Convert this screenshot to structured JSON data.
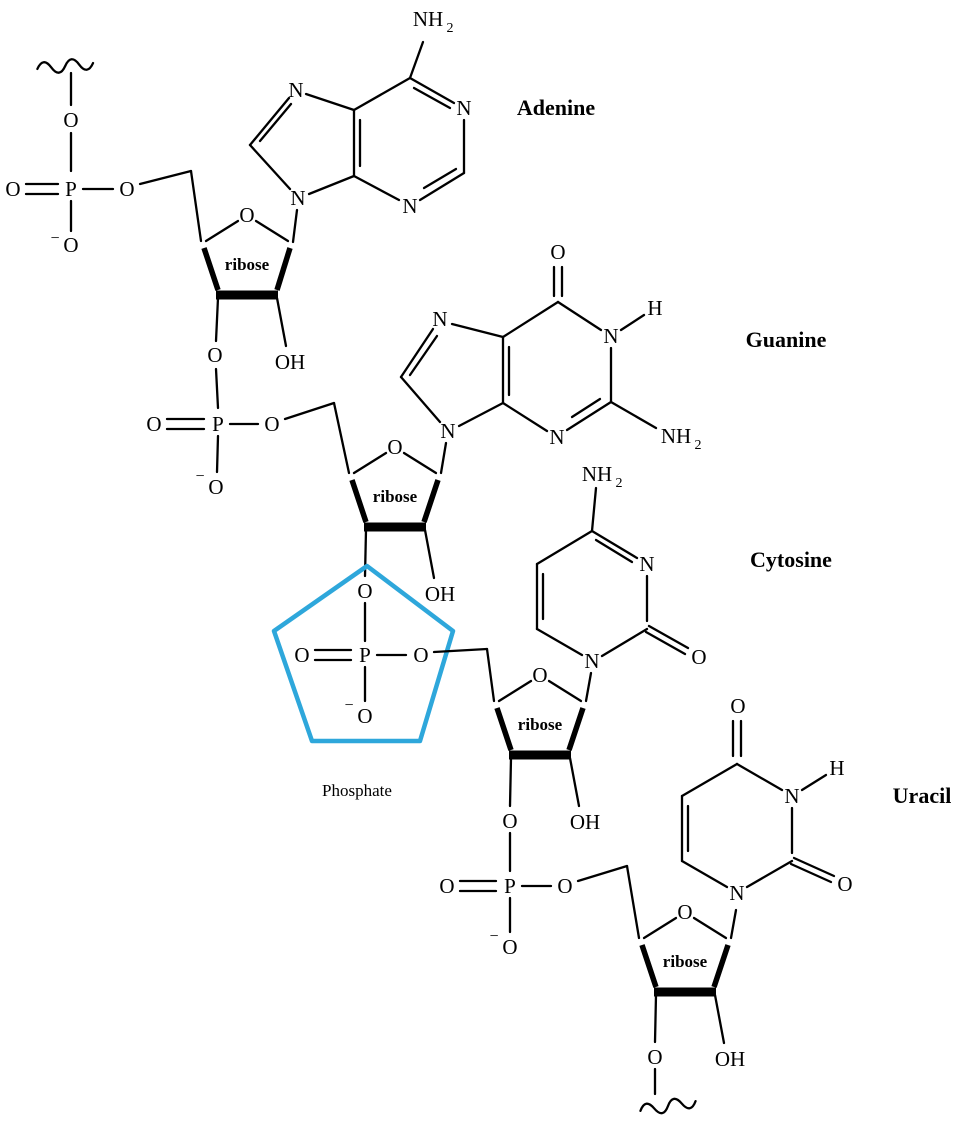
{
  "diagram": {
    "type": "chemical-structure",
    "bases": [
      {
        "label": "Adenine"
      },
      {
        "label": "Guanine"
      },
      {
        "label": "Cytosine"
      },
      {
        "label": "Uracil"
      }
    ],
    "sugar_label": "ribose",
    "highlight": {
      "label": "Phosphate"
    },
    "atoms": {
      "N": "N",
      "O": "O",
      "P": "P",
      "OH": "OH",
      "H": "H",
      "NH": "NH",
      "sub2": "2",
      "minus": "−"
    },
    "colors": {
      "bond": "#000000",
      "sugar": "#c2232a",
      "highlight": "#2ea7db"
    }
  }
}
